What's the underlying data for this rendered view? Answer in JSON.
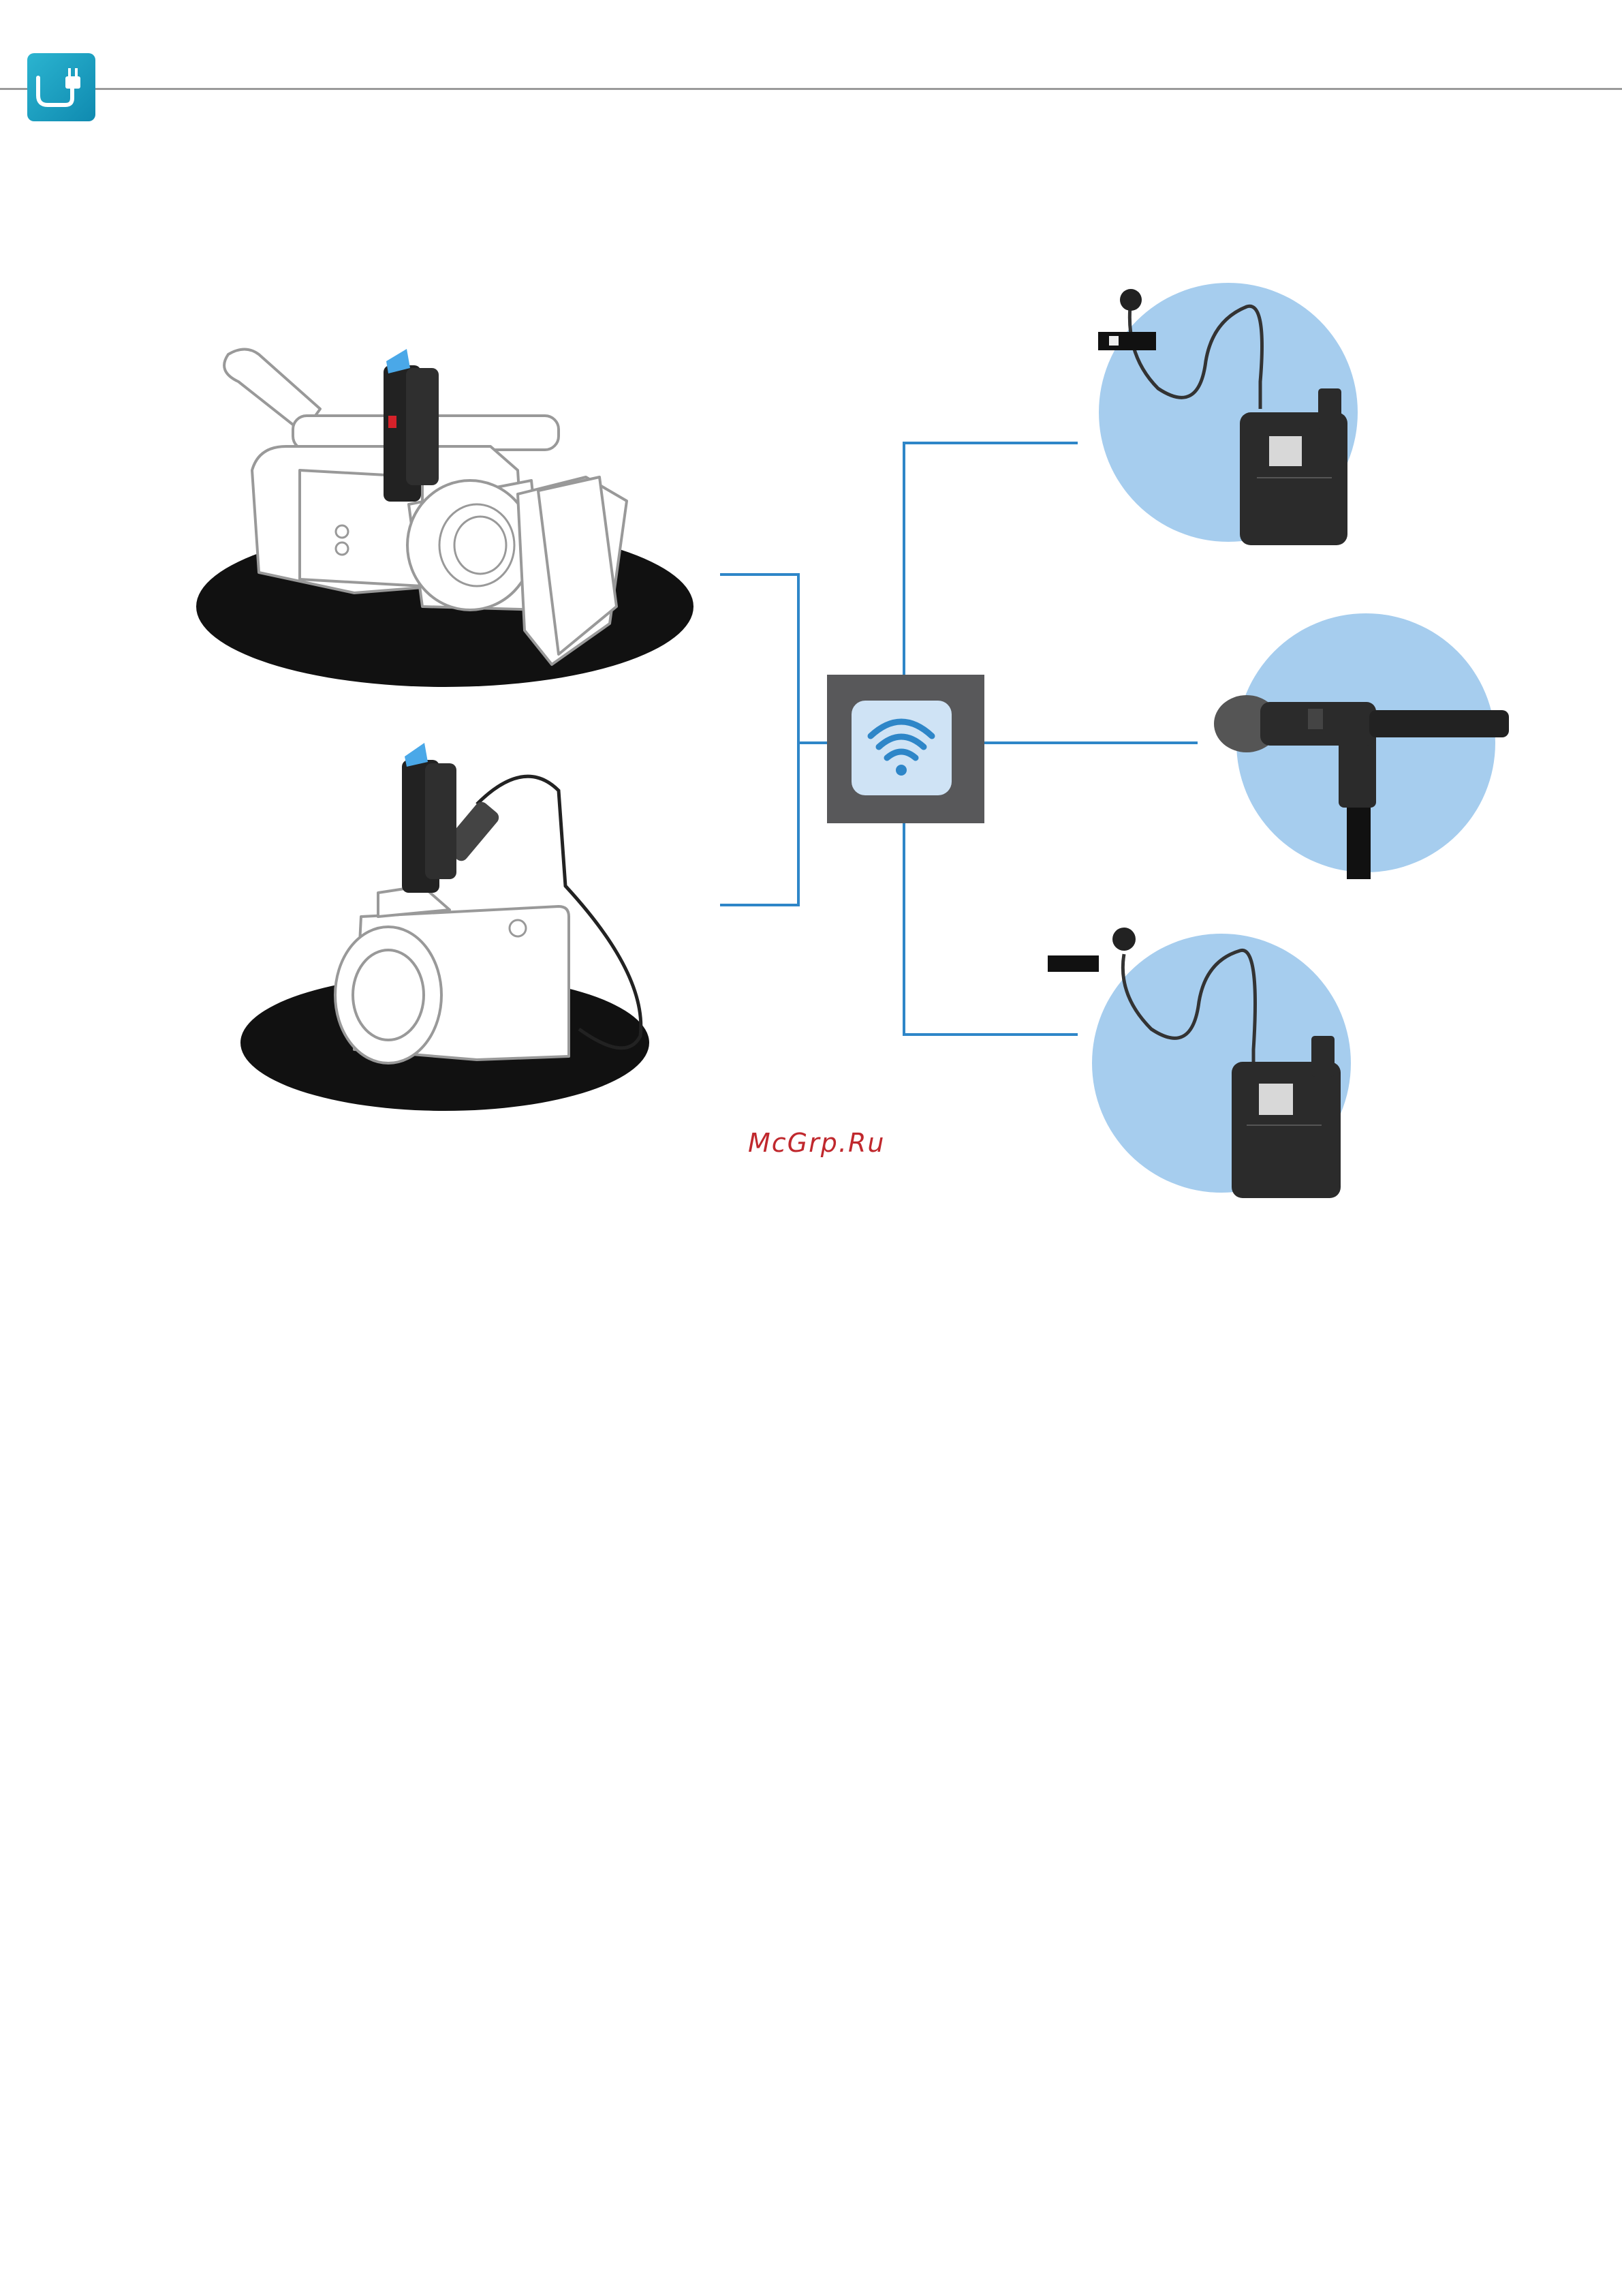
{
  "header": {
    "section_icon": "power-plug-icon",
    "accent_color": "#1aa0c4",
    "rule_color": "#9a9a9a"
  },
  "diagram": {
    "hub_icon": "wireless-signal-icon",
    "hub_box_color": "#58585a",
    "hub_tile_color": "#cfe3f5",
    "connector_color": "#2e86c8",
    "circle_color": "#a6cdee",
    "receivers": [
      {
        "id": "camcorder",
        "icon": "camcorder-with-receiver-icon"
      },
      {
        "id": "dslr",
        "icon": "dslr-camera-with-receiver-icon"
      }
    ],
    "transmitters": [
      {
        "id": "bodypack-clip",
        "icon": "bodypack-with-clip-lavalier-icon"
      },
      {
        "id": "handheld",
        "icon": "handheld-microphone-on-stand-icon"
      },
      {
        "id": "bodypack-lav",
        "icon": "bodypack-with-lavalier-icon"
      }
    ]
  },
  "watermark": {
    "text": "McGrp.Ru",
    "color": "#c0282d"
  }
}
